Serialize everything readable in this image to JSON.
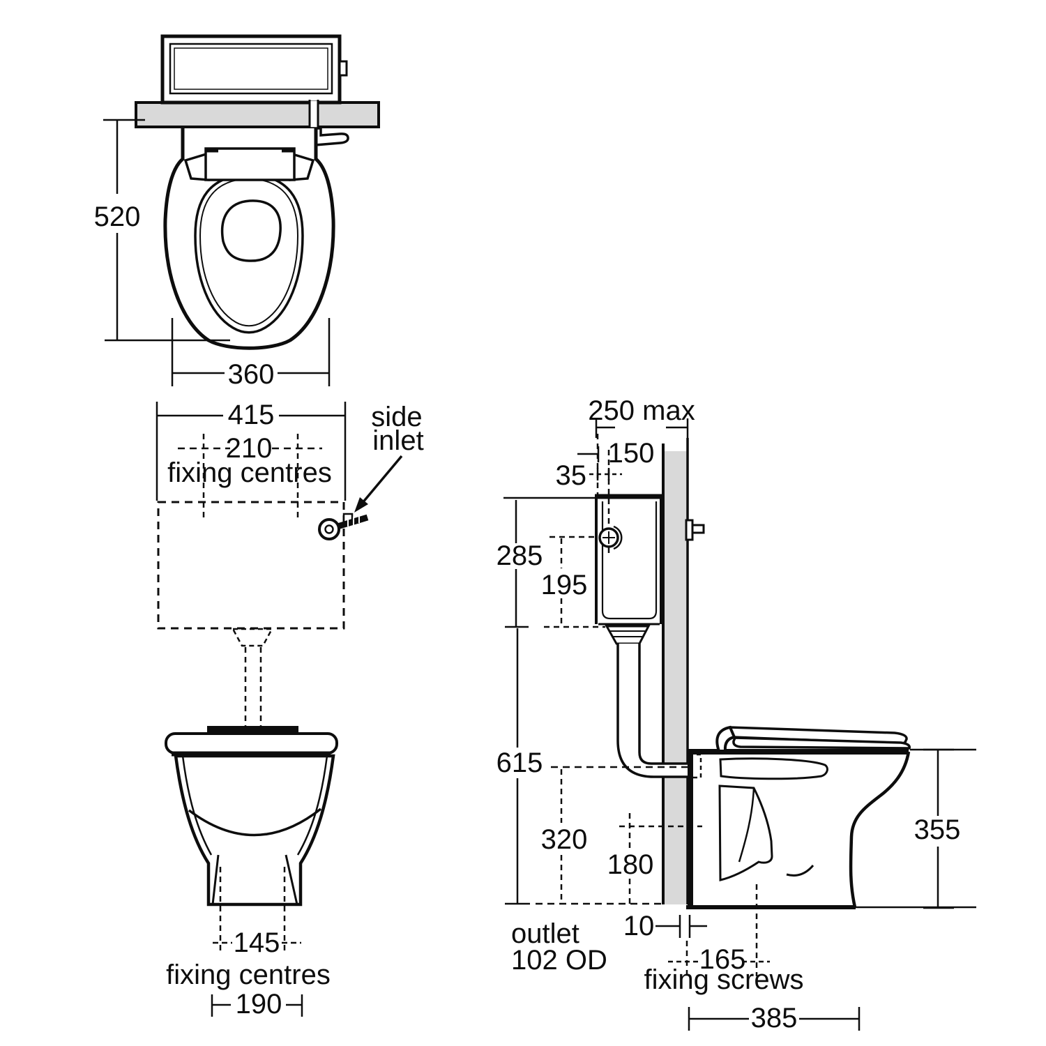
{
  "plan_view": {
    "depth": "520",
    "seat_width": "360"
  },
  "cistern_front_view": {
    "width": "415",
    "fixing_centres_value": "210",
    "fixing_centres_label": "fixing centres",
    "side_inlet_line1": "side",
    "side_inlet_line2": "inlet"
  },
  "pan_front_view": {
    "fixing_centres_value": "145",
    "fixing_centres_label": "fixing centres",
    "base_width": "190"
  },
  "side_view": {
    "recess_depth": "250 max",
    "cistern_projection": "150",
    "inlet_offset": "35",
    "cistern_height": "285",
    "inlet_to_cistern_base": "195",
    "cistern_base_height": "615",
    "outlet_height": "320",
    "fixing_height": "180",
    "pan_height": "355",
    "wall_gap": "10",
    "fixing_screw_offset": "165",
    "fixing_screws_label": "fixing screws",
    "outlet_label_line1": "outlet",
    "outlet_label_line2": "102 OD",
    "pan_depth": "385"
  },
  "colors": {
    "line": "#0d0d0d",
    "wall_fill": "#d9d9d9"
  }
}
